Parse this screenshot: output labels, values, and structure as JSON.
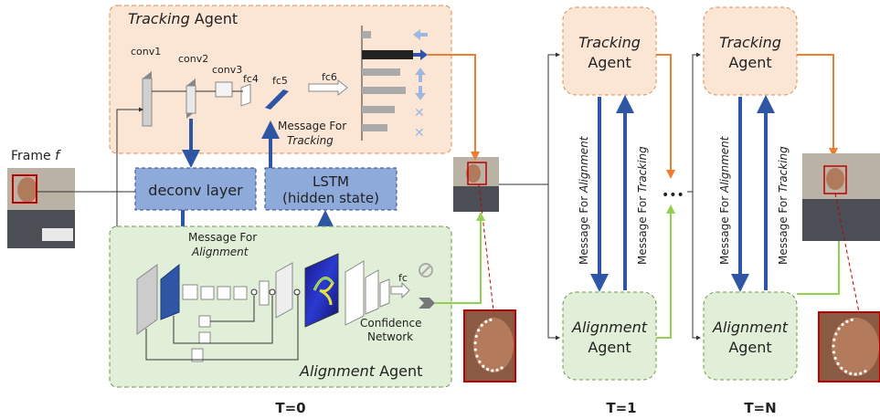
{
  "tracking_agent_main": {
    "title_italic": "Tracking",
    "title_rest": " Agent"
  },
  "alignment_agent_main": {
    "title_italic": "Alignment",
    "title_rest": " Agent"
  },
  "layers": {
    "conv1": "conv1",
    "conv2": "conv2",
    "conv3": "conv3",
    "fc4": "fc4",
    "fc5": "fc5",
    "fc6": "fc6",
    "fc": "fc"
  },
  "frame_label": {
    "text": "Frame",
    "var": "f"
  },
  "deconv_label": "deconv layer",
  "lstm_label_1": "LSTM",
  "lstm_label_2": "(hidden state)",
  "msg_tracking": {
    "line1": "Message For",
    "line2": "Tracking"
  },
  "msg_alignment": {
    "line1": "Message For",
    "line2": "Alignment"
  },
  "confidence": {
    "line1": "Confidence",
    "line2": "Network"
  },
  "step_agents": {
    "tracking_italic": "Tracking",
    "alignment_italic": "Alignment",
    "agent_word": "Agent",
    "vertical_for_alignment": "Message For ",
    "vertical_for_alignment_italic": "Alignment",
    "vertical_for_tracking": "Message For ",
    "vertical_for_tracking_italic": "Tracking"
  },
  "ellipsis": "•••",
  "time_labels": {
    "t0": "T=0",
    "t1": "T=1",
    "tn": "T=N"
  },
  "colors": {
    "tracking_fill": "#fbe6d6",
    "tracking_stroke": "#e08a50",
    "alignment_fill": "#e2efd8",
    "alignment_stroke": "#6a9a4e",
    "blue_box": "#8eaadb",
    "blue_arrow": "#2f55a5",
    "orange_arrow": "#ed7d31",
    "green_arrow": "#92d050",
    "red_dash": "#c00000"
  }
}
